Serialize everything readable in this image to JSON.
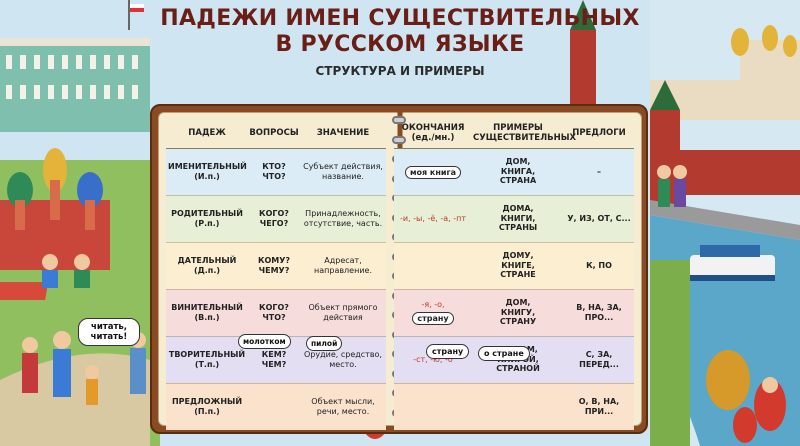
{
  "title": {
    "line1": "ПАДЕЖИ ИМЕН СУЩЕСТВИТЕЛЬНЫХ",
    "line2": "В РУССКОМ ЯЗЫКЕ",
    "subtitle": "СТРУКТУРА И ПРИМЕРЫ"
  },
  "table": {
    "headers": {
      "case": "ПАДЕЖ",
      "questions": "ВОПРОСЫ",
      "meaning": "ЗНАЧЕНИЕ",
      "endings": "ОКОНЧАНИЯ (ед./мн.)",
      "examples": "ПРИМЕРЫ СУЩЕСТВИТЕЛЬНЫХ",
      "prepositions": "ПРЕДЛОГИ"
    },
    "rows": [
      {
        "case": "ИМЕНИТЕЛЬНЫЙ",
        "abbr": "(И.п.)",
        "q1": "КТО?",
        "q2": "ЧТО?",
        "meaning": "Субъект действия, название.",
        "ending": "",
        "bubble": "моя книга",
        "ex1": "ДОМ,",
        "ex2": "КНИГА,",
        "ex3": "СТРАНА",
        "preps": "–"
      },
      {
        "case": "РОДИТЕЛЬНЫЙ",
        "abbr": "(Р.п.)",
        "q1": "КОГО?",
        "q2": "ЧЕГО?",
        "meaning": "Принадлежность, отсутствие, часть.",
        "ending": "-и, -ы, -ё, -а, -пт",
        "bubble": "",
        "ex1": "ДОМА,",
        "ex2": "КНИГИ,",
        "ex3": "СТРАНЫ",
        "preps": "У, ИЗ, ОТ, С..."
      },
      {
        "case": "ДАТЕЛЬНЫЙ",
        "abbr": "(Д.п.)",
        "q1": "КОМУ?",
        "q2": "ЧЕМУ?",
        "meaning": "Адресат, направление.",
        "ending": "",
        "bubble": "",
        "ex1": "ДОМУ,",
        "ex2": "КНИГЕ,",
        "ex3": "СТРАНЕ",
        "preps": "К, ПО"
      },
      {
        "case": "ВИНИТЕЛЬНЫЙ",
        "abbr": "(В.п.)",
        "q1": "КОГО?",
        "q2": "ЧТО?",
        "meaning": "Объект прямого действия",
        "ending": "-я, -о,",
        "bubble": "страну",
        "ex1": "ДОМ,",
        "ex2": "КНИГУ,",
        "ex3": "СТРАНУ",
        "preps": "В, НА, ЗА, ПРО..."
      },
      {
        "case": "ТВОРИТЕЛЬНЫЙ",
        "abbr": "(Т.п.)",
        "q1": "КЕМ?",
        "q2": "ЧЕМ?",
        "meaning": "Орудие, средство, место.",
        "ending": "-ст, -ю, -о",
        "bubble": "",
        "ex1": "ДОМОМ,",
        "ex2": "КНИГОЙ,",
        "ex3": "СТРАНОЙ",
        "preps": "С, ЗА, ПЕРЕД..."
      },
      {
        "case": "ПРЕДЛОЖНЫЙ",
        "abbr": "(П.п.)",
        "q1": "",
        "q2": "",
        "meaning": "Объект мысли, речи, место.",
        "ending": "",
        "bubble": "",
        "ex1": "",
        "ex2": "",
        "ex3": "",
        "preps": "О, В, НА, ПРИ..."
      }
    ]
  },
  "bubbles": {
    "family": "читать, читать!",
    "worker1": "молотком",
    "worker2": "пилой",
    "girl": "страну",
    "traveler": "о стране"
  },
  "colors": {
    "title": "#6a1e16",
    "book_cover": "#8a4a22",
    "page": "#f6ecd2",
    "highlight": "#c0392b"
  }
}
